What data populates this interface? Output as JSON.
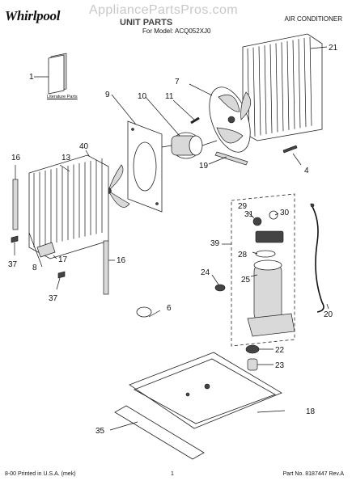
{
  "header": {
    "brand": "Whirlpool",
    "watermark": "AppliancePartsPros.com",
    "section_title": "UNIT PARTS",
    "model_line": "For Model: ACQ052XJ0",
    "product_type": "AIR CONDITIONER"
  },
  "literature_label": "Literature Parts",
  "callouts": [
    "1",
    "4",
    "6",
    "7",
    "8",
    "9",
    "10",
    "11",
    "13",
    "16",
    "16",
    "17",
    "18",
    "19",
    "20",
    "21",
    "22",
    "23",
    "24",
    "25",
    "28",
    "29",
    "30",
    "31",
    "35",
    "37",
    "37",
    "39",
    "40"
  ],
  "footer": {
    "printed": "8-00 Printed in U.S.A. (mek)",
    "page": "1",
    "part_number": "Part No. 8187447 Rev.A"
  }
}
